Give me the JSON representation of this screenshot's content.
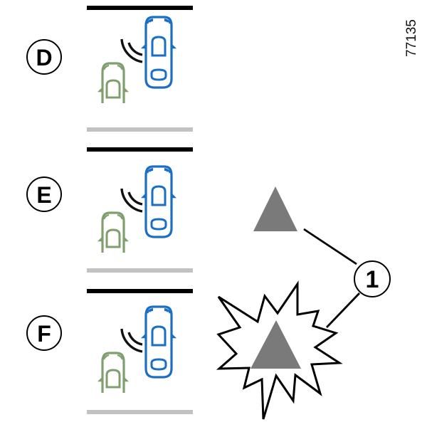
{
  "figure": {
    "reference_code": "77135",
    "panels": [
      {
        "id": "D",
        "label": "D",
        "vehicle_own": "blue-car",
        "vehicle_other": "green-car",
        "sensor": "radar-waves"
      },
      {
        "id": "E",
        "label": "E",
        "vehicle_own": "blue-car",
        "vehicle_other": "green-car",
        "sensor": "radar-waves"
      },
      {
        "id": "F",
        "label": "F",
        "vehicle_own": "blue-car",
        "vehicle_other": "green-car",
        "sensor": "radar-waves"
      }
    ],
    "callout": {
      "number": "1",
      "targets": [
        "warning-triangle",
        "flashing-warning-triangle"
      ]
    },
    "indicators": [
      {
        "name": "warning-triangle",
        "state": "steady"
      },
      {
        "name": "flashing-warning-triangle",
        "state": "flashing"
      }
    ]
  },
  "colors": {
    "own_vehicle": "#1a6fc4",
    "other_vehicle": "#7fa06e",
    "waves": "#111111",
    "lane_edge_top": "#000000",
    "lane_edge_bottom": "#c2c2c2",
    "triangle": "#7a7a7a"
  }
}
